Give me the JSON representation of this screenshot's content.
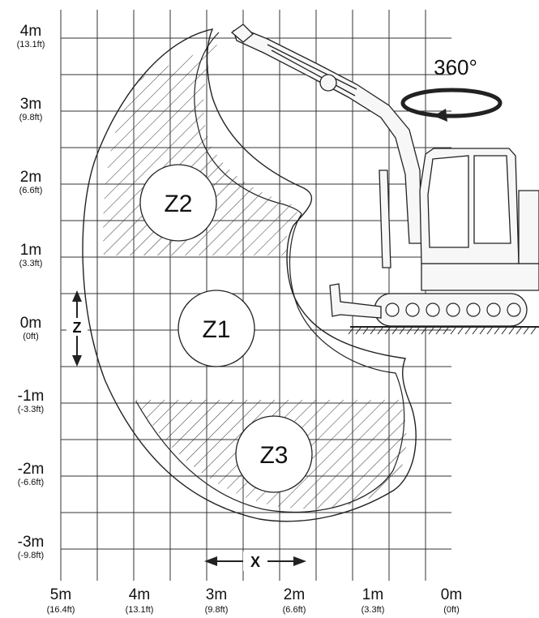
{
  "rotation": {
    "label": "360°"
  },
  "zones": [
    {
      "label": "Z2"
    },
    {
      "label": "Z1"
    },
    {
      "label": "Z3"
    }
  ],
  "dimensions": {
    "z_label": "Z",
    "x_label": "X"
  },
  "y_axis": [
    {
      "m": "4m",
      "ft": "(13.1ft)"
    },
    {
      "m": "3m",
      "ft": "(9.8ft)"
    },
    {
      "m": "2m",
      "ft": "(6.6ft)"
    },
    {
      "m": "1m",
      "ft": "(3.3ft)"
    },
    {
      "m": "0m",
      "ft": "(0ft)"
    },
    {
      "m": "-1m",
      "ft": "(-3.3ft)"
    },
    {
      "m": "-2m",
      "ft": "(-6.6ft)"
    },
    {
      "m": "-3m",
      "ft": "(-9.8ft)"
    }
  ],
  "x_axis": [
    {
      "m": "5m",
      "ft": "(16.4ft)"
    },
    {
      "m": "4m",
      "ft": "(13.1ft)"
    },
    {
      "m": "3m",
      "ft": "(9.8ft)"
    },
    {
      "m": "2m",
      "ft": "(6.6ft)"
    },
    {
      "m": "1m",
      "ft": "(3.3ft)"
    },
    {
      "m": "0m",
      "ft": "(0ft)"
    }
  ],
  "colors": {
    "ink": "#222222",
    "grid": "#333333",
    "machine_fill": "#f7f7f7"
  }
}
